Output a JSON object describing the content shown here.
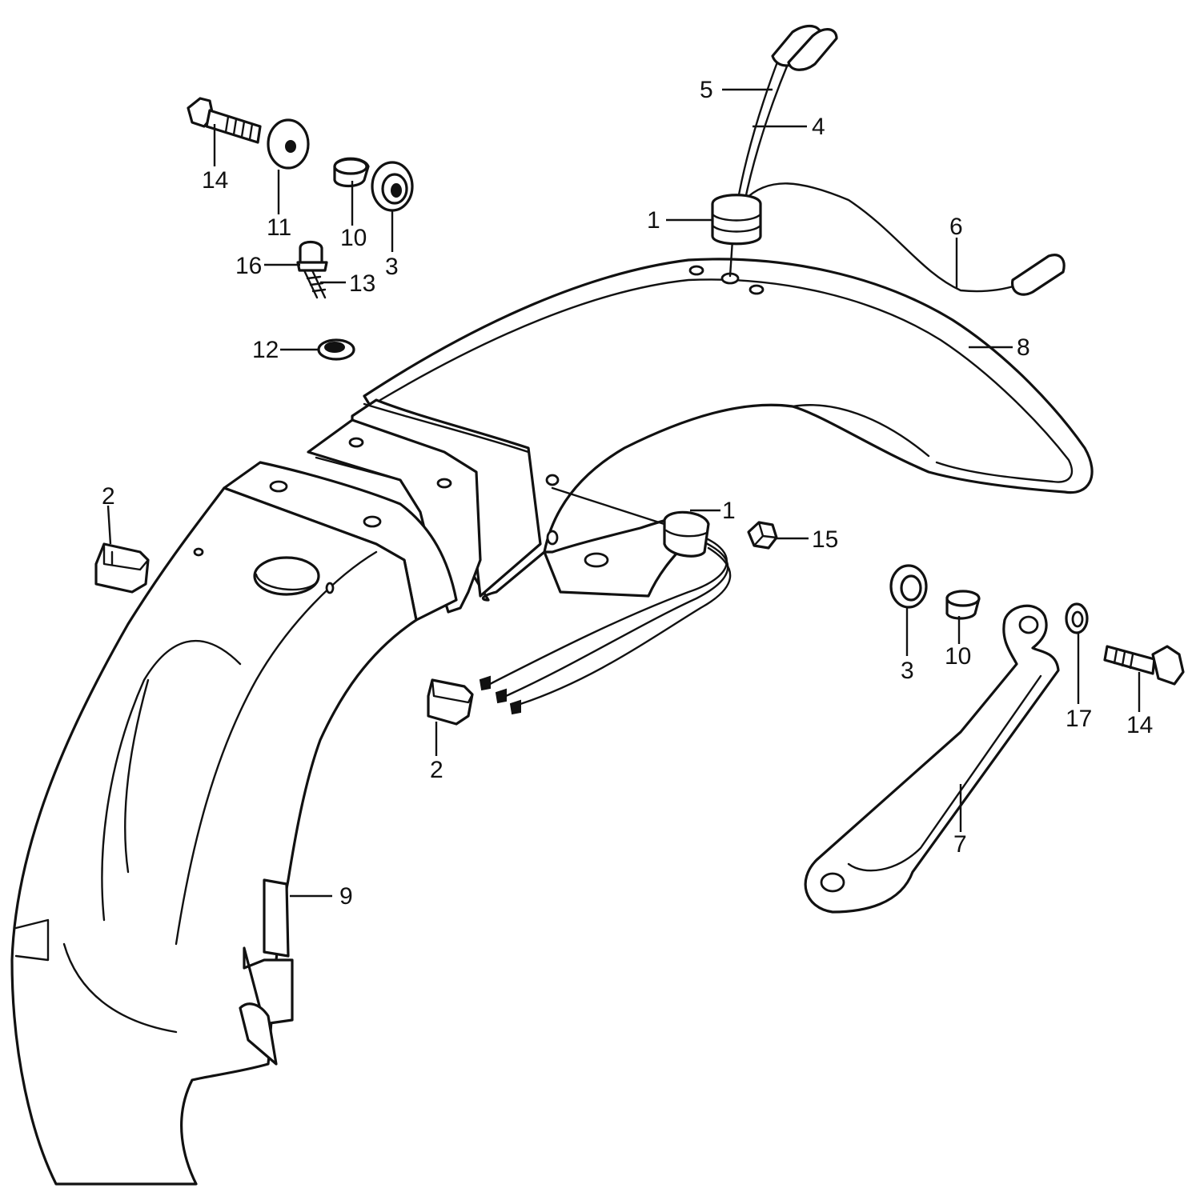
{
  "diagram": {
    "callouts": {
      "c1a": "1",
      "c1b": "1",
      "c2a": "2",
      "c2b": "2",
      "c3a": "3",
      "c3b": "3",
      "c4": "4",
      "c5": "5",
      "c6": "6",
      "c7": "7",
      "c8": "8",
      "c9": "9",
      "c10a": "10",
      "c10b": "10",
      "c11": "11",
      "c12": "12",
      "c13": "13",
      "c14a": "14",
      "c14b": "14",
      "c15": "15",
      "c16": "16",
      "c17": "17"
    },
    "colors": {
      "ink": "#111111",
      "paper": "#ffffff"
    }
  }
}
